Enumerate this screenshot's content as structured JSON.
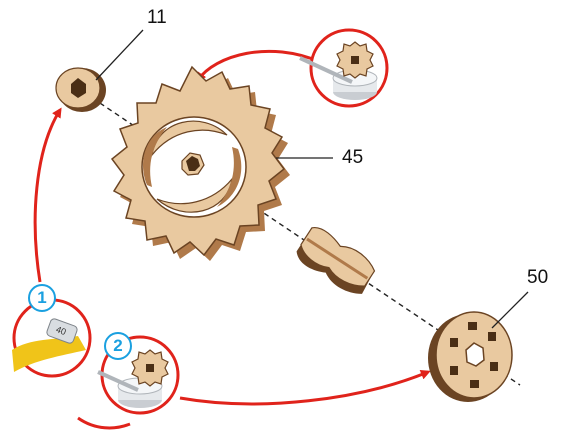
{
  "labels": {
    "part_11": "11",
    "part_45": "45",
    "part_50": "50"
  },
  "steps": {
    "step_1": "1",
    "step_2": "2"
  },
  "tube_label": "40",
  "colors": {
    "wood": "#e9c9a0",
    "wood_dark": "#b07a4a",
    "wood_edge": "#6b4423",
    "arrow_red": "#e0231b",
    "step_blue": "#1aa0e0",
    "glue_yellow": "#f0c419",
    "wax_gray": "#d9dde1"
  },
  "icons": [
    "gear-icon",
    "washer-icon",
    "spindle-icon",
    "disc-icon",
    "glue-tube-icon",
    "wax-cup-icon",
    "arrow-icon"
  ]
}
